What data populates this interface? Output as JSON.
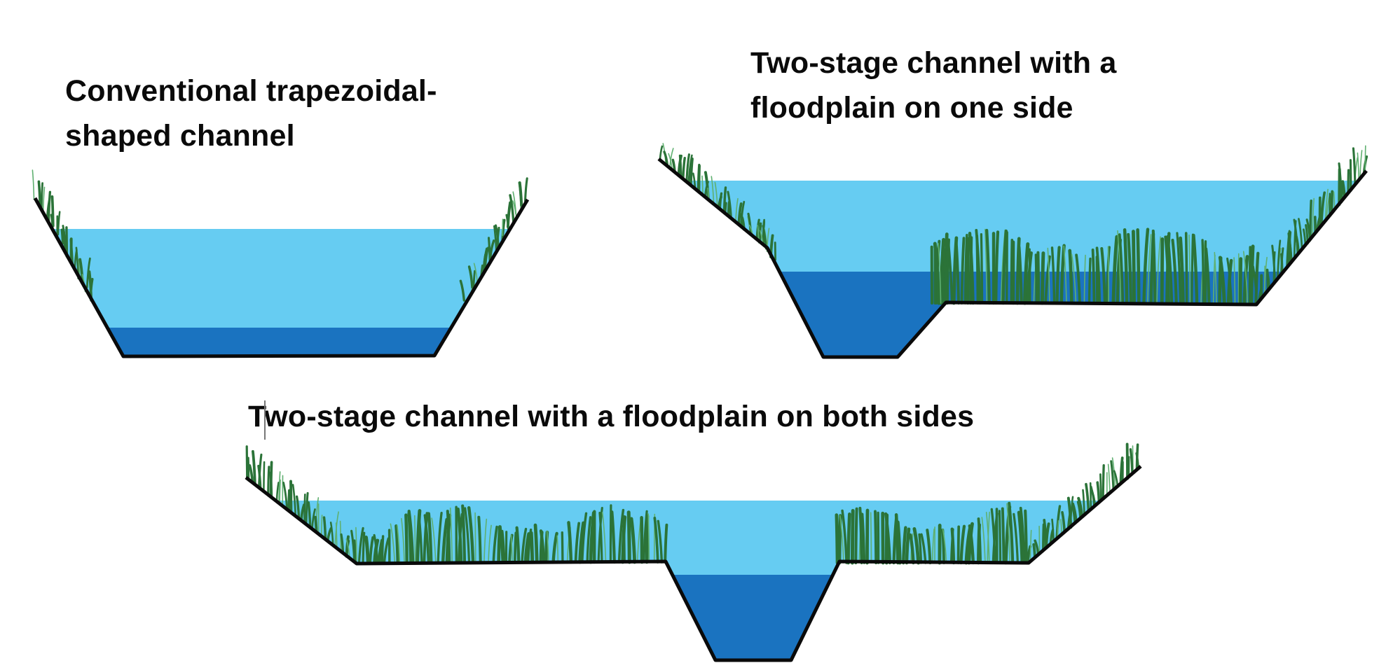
{
  "figure": {
    "description": "Cross-section comparison of channel designs",
    "colors": {
      "water_high": "#66ccf2",
      "water_low": "#1a73c0",
      "grass": "#2b7338",
      "grass_highlight": "#5fb070",
      "ground_line": "#0a0a0a"
    }
  },
  "panels": [
    {
      "id": "trapezoidal",
      "title_lines": [
        "Conventional trapezoidal-",
        "shaped channel"
      ],
      "floodplain_sides": "none"
    },
    {
      "id": "two-stage-one-side",
      "title_lines": [
        "Two-stage channel with a",
        "floodplain on one side"
      ],
      "floodplain_sides": "right"
    },
    {
      "id": "two-stage-both-sides",
      "title_lines": [
        "Two-stage channel with a floodplain on both sides"
      ],
      "floodplain_sides": "both"
    }
  ]
}
